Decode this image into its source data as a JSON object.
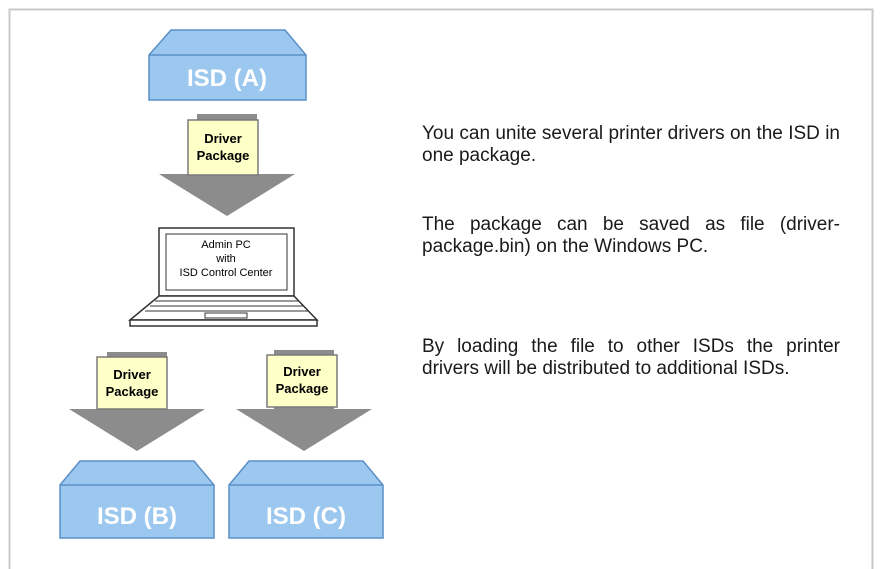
{
  "diagram": {
    "isd_source": "ISD (A)",
    "isd_targets": [
      "ISD (B)",
      "ISD (C)"
    ],
    "package_label": [
      "Driver",
      "Package"
    ],
    "admin_pc": [
      "Admin PC",
      "with",
      "ISD Control Center"
    ]
  },
  "description": [
    "You can unite several printer drivers on the ISD in one package.",
    "The package can be saved as file (driver-package.bin) on the Windows PC.",
    "By loading the file to other ISDs the printer drivers will be distributed to additional ISDs."
  ],
  "colors": {
    "isd_fill": "#9cc8ef",
    "isd_stroke": "#5a8fc7",
    "package_fill": "#ffffc8",
    "arrow_fill": "#8c8c8c",
    "frame": "#c8c8c8"
  }
}
